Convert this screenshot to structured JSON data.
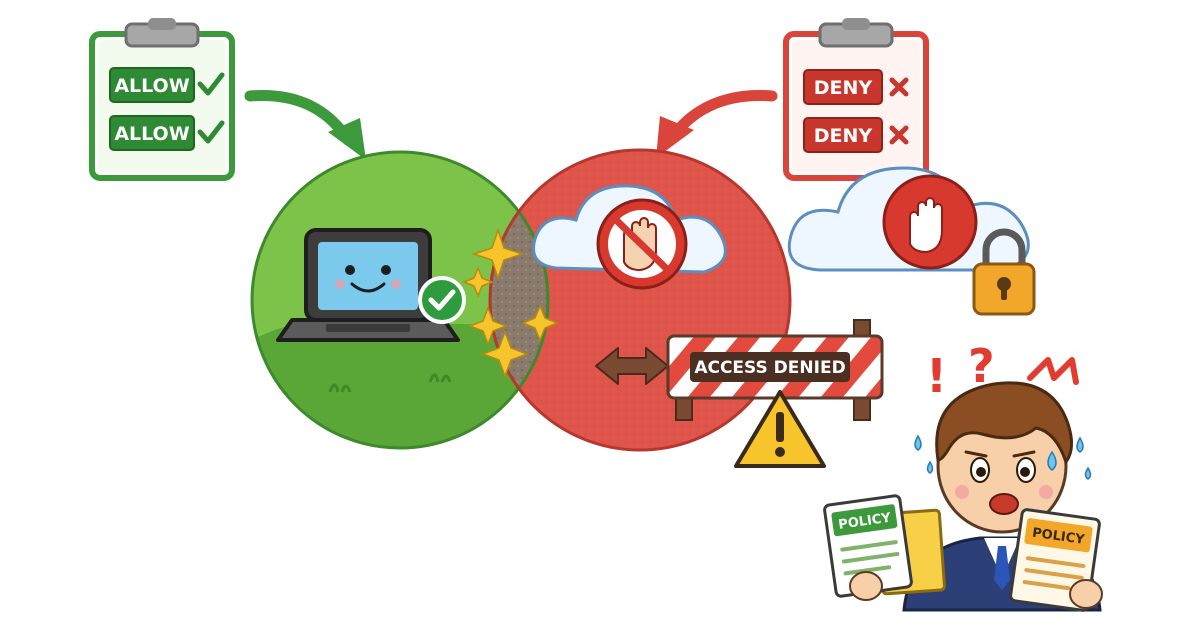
{
  "allow_list": {
    "items": [
      "ALLOW",
      "ALLOW"
    ],
    "color": "#3c9a3c"
  },
  "deny_list": {
    "items": [
      "DENY",
      "DENY"
    ],
    "color": "#d9453a"
  },
  "barrier": {
    "label": "ACCESS DENIED"
  },
  "exclamations": {
    "bang": "!",
    "question": "?"
  },
  "documents": {
    "left_label": "POLICY",
    "right_label": "POLICY"
  },
  "colors": {
    "allow_zone": "#7dc34a",
    "deny_zone": "#e0544a",
    "overlap": "#8a7b6c",
    "warning": "#f7c52b"
  }
}
